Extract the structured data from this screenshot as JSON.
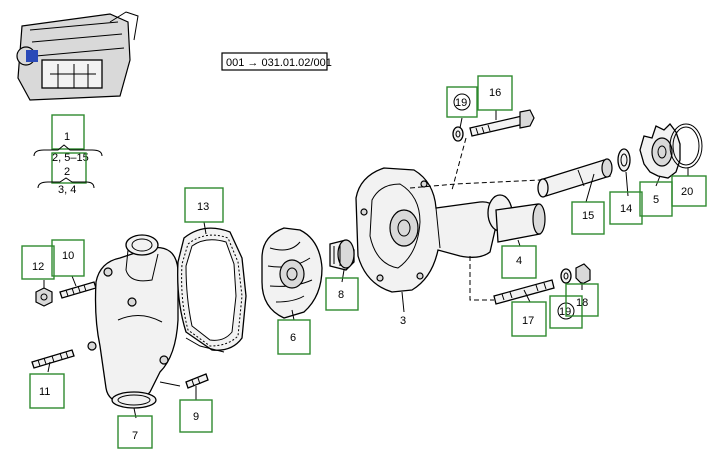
{
  "reference": {
    "text": "001 → 031.01.02/001"
  },
  "hierarchy": {
    "level1_code": "1",
    "level1_children": "2, 5–15",
    "level2_code": "2",
    "level2_children": "3, 4"
  },
  "callouts": [
    {
      "id": "1",
      "label": "1"
    },
    {
      "id": "3",
      "label": "3"
    },
    {
      "id": "4",
      "label": "4"
    },
    {
      "id": "5",
      "label": "5"
    },
    {
      "id": "6",
      "label": "6"
    },
    {
      "id": "7",
      "label": "7"
    },
    {
      "id": "8",
      "label": "8"
    },
    {
      "id": "9",
      "label": "9"
    },
    {
      "id": "10",
      "label": "10"
    },
    {
      "id": "11",
      "label": "11"
    },
    {
      "id": "12",
      "label": "12"
    },
    {
      "id": "13",
      "label": "13"
    },
    {
      "id": "14",
      "label": "14"
    },
    {
      "id": "15",
      "label": "15"
    },
    {
      "id": "16",
      "label": "16"
    },
    {
      "id": "17",
      "label": "17"
    },
    {
      "id": "18",
      "label": "18"
    },
    {
      "id": "19a",
      "label": "19"
    },
    {
      "id": "19b",
      "label": "19"
    },
    {
      "id": "20",
      "label": "20"
    }
  ]
}
